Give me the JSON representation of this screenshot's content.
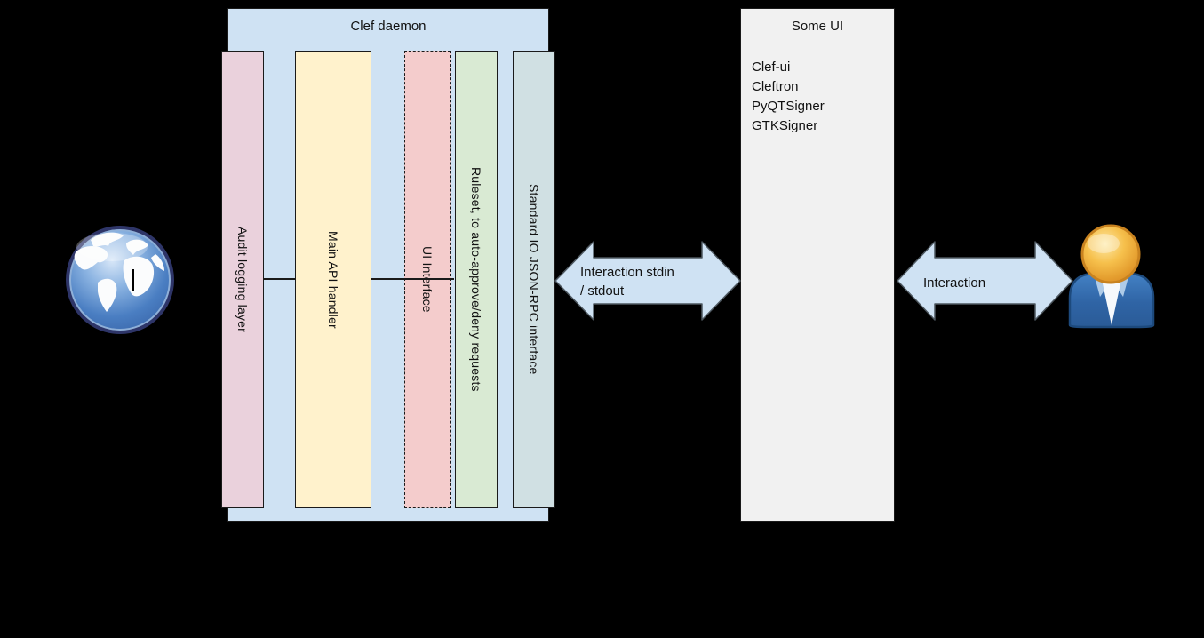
{
  "background_color": "#000000",
  "clef_daemon": {
    "title": "Clef daemon",
    "fill": "#cfe2f3",
    "bars": [
      {
        "label": "Audit logging layer",
        "fill": "#ead1dc",
        "border": "solid"
      },
      {
        "label": "Main API handler",
        "fill": "#fff2cc",
        "border": "solid"
      },
      {
        "label": "UI Interface",
        "fill": "#f4cccc",
        "border": "dashed"
      },
      {
        "label": "Ruleset, to auto-approve/deny requests",
        "fill": "#d9ead3",
        "border": "solid"
      },
      {
        "label": "Standard IO JSON-RPC interface",
        "fill": "#d0e0e3",
        "border": "solid"
      }
    ]
  },
  "stdio_arrow": {
    "label_line1": "Interaction stdin",
    "label_line2": "/ stdout",
    "fill": "#cfe2f3"
  },
  "some_ui": {
    "title": "Some UI",
    "fill": "#f1f1f1",
    "items": [
      "Clef-ui",
      "Cleftron",
      "PyQTSigner",
      "GTKSigner"
    ]
  },
  "user_arrow": {
    "label": "Interaction",
    "fill": "#cfe2f3"
  },
  "icons": {
    "globe": "globe-icon",
    "user": "user-icon"
  }
}
